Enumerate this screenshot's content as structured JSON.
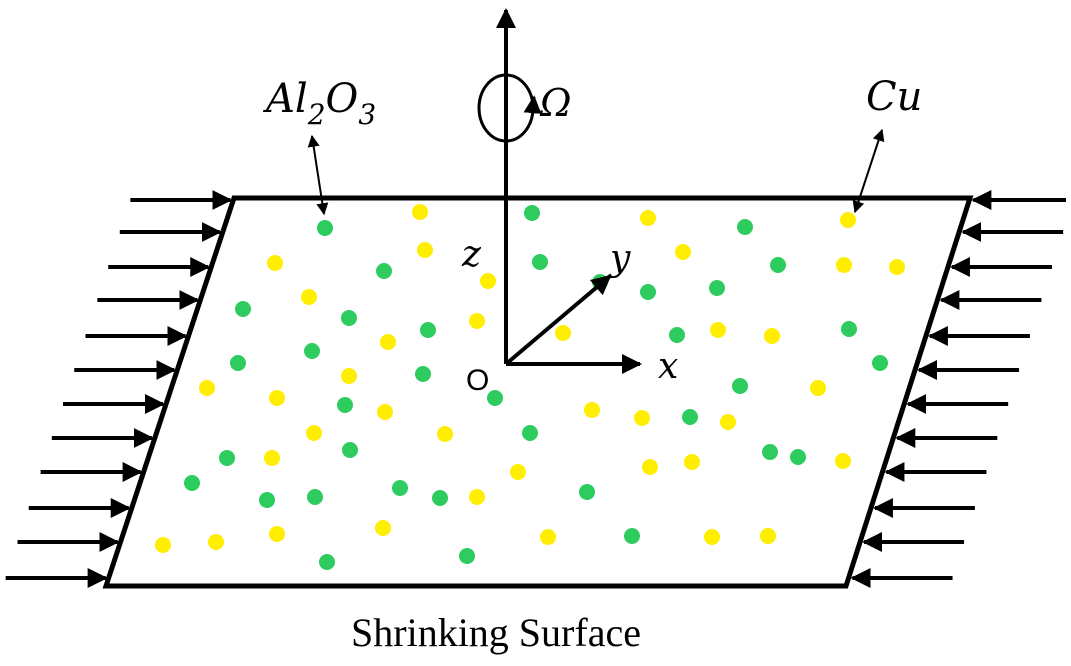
{
  "colors": {
    "stroke": "#000000",
    "alumina_particle": "#2ecc5f",
    "copper_particle": "#ffee00",
    "background": "#ffffff"
  },
  "labels": {
    "alumina_main": "Al",
    "alumina_sub1": "2",
    "alumina_mid": "O",
    "alumina_sub2": "3",
    "copper": "Cu",
    "omega": "Ω",
    "z_axis": "z",
    "y_axis": "y",
    "x_axis": "x",
    "origin": "O",
    "caption": "Shrinking Surface"
  },
  "icons": {
    "rotation": "rotation-loop-icon"
  }
}
